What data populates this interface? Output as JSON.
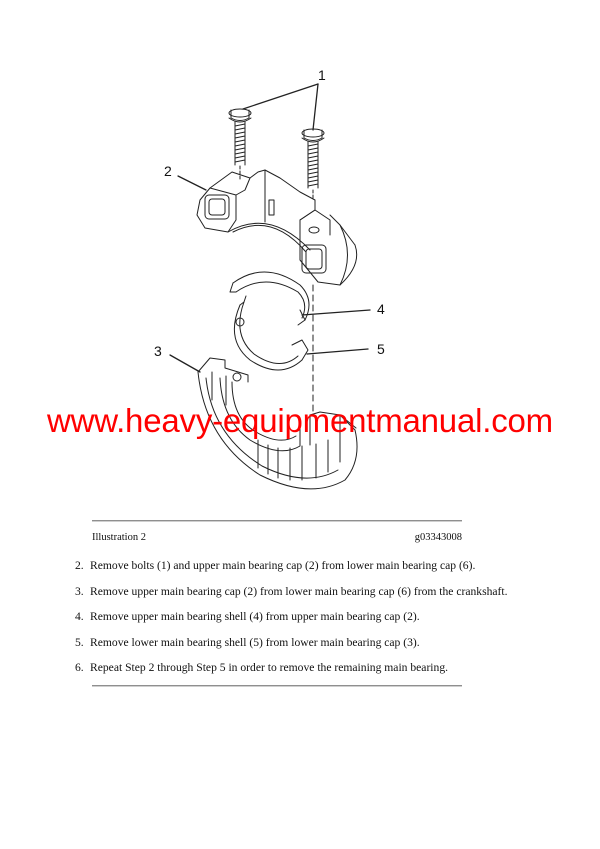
{
  "illustration": {
    "callouts": [
      {
        "id": "1",
        "label": "1",
        "part": "bolts"
      },
      {
        "id": "2",
        "label": "2",
        "part": "upper main bearing cap"
      },
      {
        "id": "3",
        "label": "3",
        "part": "lower main bearing cap"
      },
      {
        "id": "4",
        "label": "4",
        "part": "upper main bearing shell"
      },
      {
        "id": "5",
        "label": "5",
        "part": "lower main bearing shell"
      }
    ],
    "watermark": "www.heavy-equipmentmanual.com",
    "watermark_color": "#ff0000"
  },
  "caption": {
    "title": "Illustration 2",
    "graphic_id": "g03343008"
  },
  "steps": [
    {
      "number": "2.",
      "text": "Remove bolts (1) and upper main bearing cap (2) from lower main bearing cap (6)."
    },
    {
      "number": "3.",
      "text": "Remove upper main bearing cap (2) from lower main bearing cap (6) from the crankshaft."
    },
    {
      "number": "4.",
      "text": "Remove upper main bearing shell (4) from upper main bearing cap (2)."
    },
    {
      "number": "5.",
      "text": "Remove lower main bearing shell (5) from lower main bearing cap (3)."
    },
    {
      "number": "6.",
      "text": "Repeat Step 2 through Step 5 in order to remove the remaining main bearing."
    }
  ]
}
